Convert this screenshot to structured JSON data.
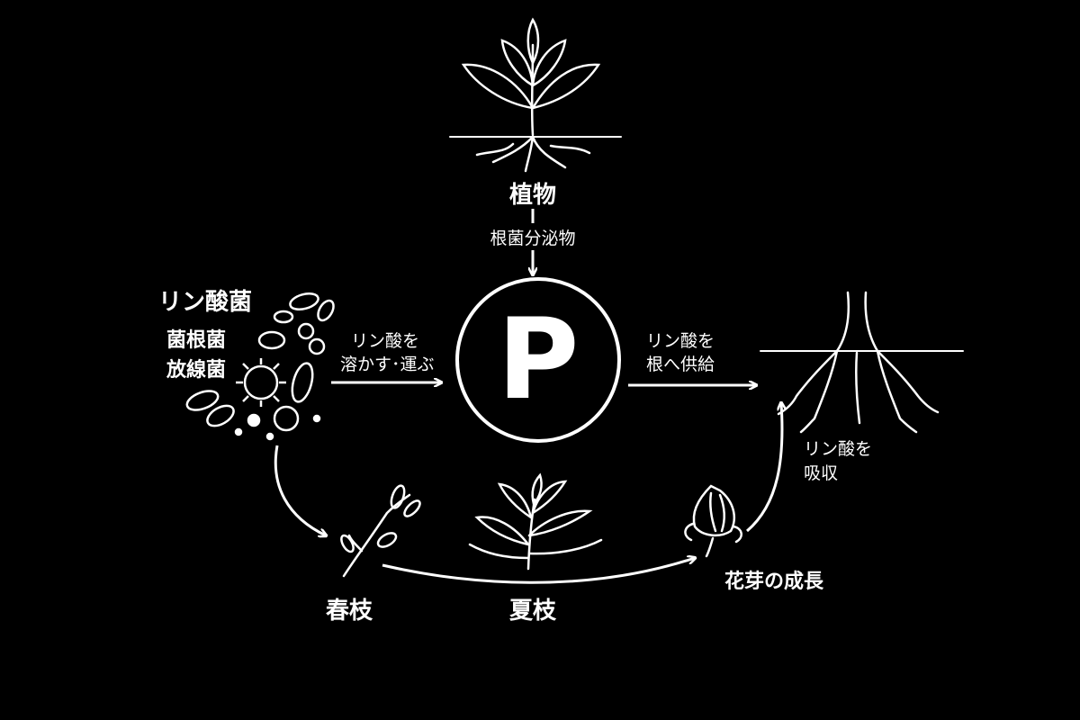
{
  "title": "",
  "nodes": {
    "plant": {
      "label": "植物"
    },
    "root_exudate": {
      "label": "根菌分泌物"
    },
    "phosphorus": {
      "label": "P"
    },
    "microbes": {
      "title": "リン酸菌",
      "line1": "菌根菌",
      "line2": "放線菌"
    },
    "roots": {
      "label": ""
    },
    "spring_shoot": {
      "label": "春枝"
    },
    "summer_shoot": {
      "label": "夏枝"
    },
    "flower_bud": {
      "label": "花芽の成長"
    }
  },
  "edges": {
    "microbes_to_p": {
      "line1": "リン酸を",
      "line2": "溶かす･運ぶ"
    },
    "p_to_roots": {
      "line1": "リン酸を",
      "line2": "根へ供給"
    },
    "absorb": {
      "line1": "リン酸を",
      "line2": "吸収"
    }
  },
  "colors": {
    "background": "#000000",
    "foreground": "#ffffff"
  }
}
